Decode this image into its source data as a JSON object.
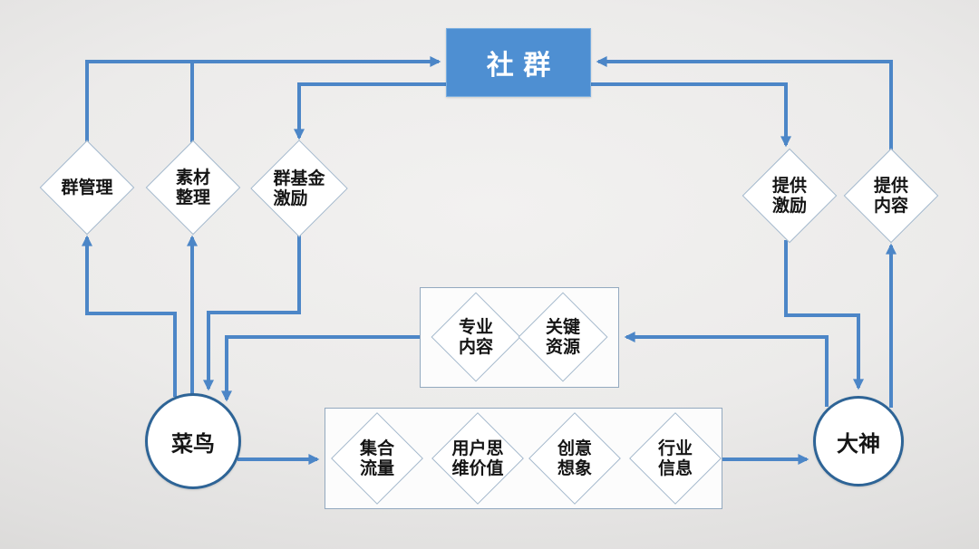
{
  "colors": {
    "community_fill": "#4e8fd2",
    "arrow": "#4c86c7",
    "circle_border": "#2e6496",
    "shape_border": "#a3b8cc",
    "container_border": "#93a9bf"
  },
  "nodes": {
    "community": {
      "label": "社 群"
    },
    "group_management": {
      "label": "群管理"
    },
    "material_organizing": {
      "label": "素材\n整理"
    },
    "group_fund_incentive": {
      "label": "群基金\n激励"
    },
    "provide_incentive": {
      "label": "提供\n激励"
    },
    "provide_content": {
      "label": "提供\n内容"
    },
    "professional_content": {
      "label": "专业\n内容"
    },
    "key_resources": {
      "label": "关键\n资源"
    },
    "aggregate_traffic": {
      "label": "集合\n流量"
    },
    "user_thinking_value": {
      "label": "用户思\n维价值"
    },
    "creative_imagination": {
      "label": "创意\n想象"
    },
    "industry_info": {
      "label": "行业\n信息"
    },
    "rookie": {
      "label": "菜鸟"
    },
    "master": {
      "label": "大神"
    }
  },
  "edges": [
    {
      "from": "菜鸟",
      "to": "群管理"
    },
    {
      "from": "菜鸟",
      "to": "素材整理"
    },
    {
      "from": "群管理",
      "to": "社群"
    },
    {
      "from": "素材整理",
      "to": "社群"
    },
    {
      "from": "社群",
      "to": "群基金激励"
    },
    {
      "from": "群基金激励",
      "to": "菜鸟"
    },
    {
      "from": "社群",
      "to": "提供激励"
    },
    {
      "from": "提供激励",
      "to": "大神"
    },
    {
      "from": "大神",
      "to": "提供内容"
    },
    {
      "from": "提供内容",
      "to": "社群"
    },
    {
      "from": "大神",
      "to": "专业内容/关键资源"
    },
    {
      "from": "专业内容/关键资源",
      "to": "菜鸟"
    },
    {
      "from": "菜鸟",
      "to": "集合流量/用户思维价值/创意想象/行业信息"
    },
    {
      "from": "集合流量/用户思维价值/创意想象/行业信息",
      "to": "大神"
    }
  ]
}
